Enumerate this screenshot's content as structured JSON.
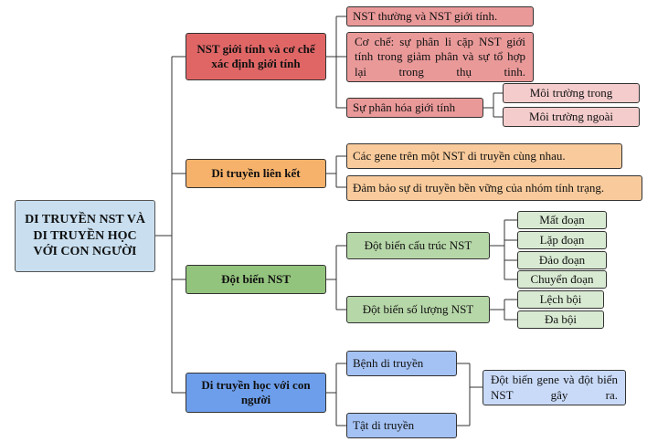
{
  "root": "DI TRUYỀN NST VÀ DI TRUYỀN HỌC VỚI CON NGƯỜI",
  "branch1": {
    "title": "NST giới tính và cơ chế xác định giới tính",
    "item1": "NST thường và NST giới tính.",
    "item2": "Cơ chế: sự phân li cặp NST giới tính trong giảm phân và sự tổ hợp lại trong thụ tinh.",
    "item3": "Sự phân hóa giới tính",
    "sub1": "Môi trường trong",
    "sub2": "Môi trường ngoài"
  },
  "branch2": {
    "title": "Di truyền liên kết",
    "item1": "Các gene trên một NST di truyền cùng nhau.",
    "item2": "Đảm bảo sự di truyền bền vững của nhóm tính trạng."
  },
  "branch3": {
    "title": "Đột biến NST",
    "item1": "Đột biến cấu trúc NST",
    "struct": [
      "Mất đoạn",
      "Lặp đoạn",
      "Đảo đoạn",
      "Chuyển đoạn"
    ],
    "item2": "Đột biến số lượng NST",
    "num": [
      "Lệch bội",
      "Đa bội"
    ]
  },
  "branch4": {
    "title": "Di truyền học với con người",
    "item1": "Bệnh di truyền",
    "item2": "Tật di truyền",
    "cause": "Đột biến gene và đột biến NST gây ra."
  }
}
